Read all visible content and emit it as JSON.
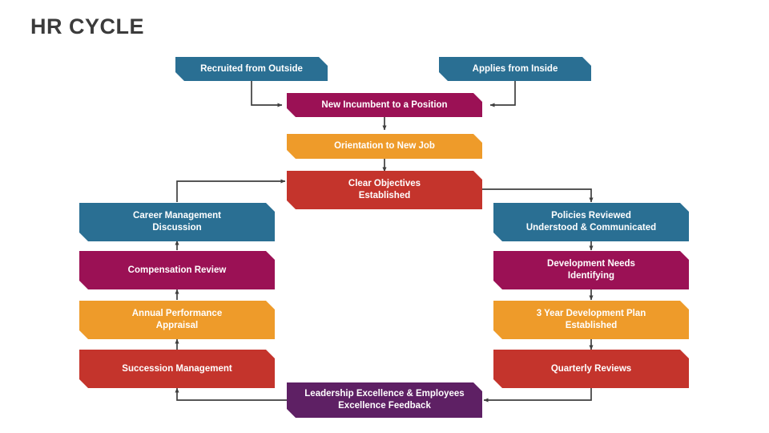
{
  "page": {
    "title": "HR CYCLE",
    "background": "#ffffff",
    "title_color": "#3b3b3b"
  },
  "palette": {
    "teal": "#2A6F93",
    "magenta": "#9B1155",
    "orange": "#EE9B2A",
    "red": "#C4342C",
    "purple": "#5E2064",
    "arrow": "#3f3f3f",
    "node_text": "#ffffff"
  },
  "nodes": [
    {
      "id": "recruited-from-outside",
      "label": "Recruited from Outside",
      "color": "teal"
    },
    {
      "id": "applies-from-inside",
      "label": "Applies from Inside",
      "color": "teal"
    },
    {
      "id": "new-incumbent-to-a-position",
      "label": "New Incumbent to a Position",
      "color": "magenta"
    },
    {
      "id": "orientation-to-new-job",
      "label": "Orientation to New Job",
      "color": "orange"
    },
    {
      "id": "clear-objectives-established",
      "label": "Clear Objectives\nEstablished",
      "color": "red"
    },
    {
      "id": "policies-reviewed",
      "label": "Policies Reviewed\nUnderstood & Communicated",
      "color": "teal"
    },
    {
      "id": "development-needs",
      "label": "Development Needs\nIdentifying",
      "color": "magenta"
    },
    {
      "id": "three-year-development-plan",
      "label": "3 Year Development Plan\nEstablished",
      "color": "orange"
    },
    {
      "id": "quarterly-reviews",
      "label": "Quarterly Reviews",
      "color": "red"
    },
    {
      "id": "leadership-excellence",
      "label": "Leadership Excellence & Employees\nExcellence Feedback",
      "color": "purple"
    },
    {
      "id": "succession-management",
      "label": "Succession Management",
      "color": "red"
    },
    {
      "id": "annual-performance-appraisal",
      "label": "Annual Performance\nAppraisal",
      "color": "orange"
    },
    {
      "id": "compensation-review",
      "label": "Compensation Review",
      "color": "magenta"
    },
    {
      "id": "career-management-discussion",
      "label": "Career Management\nDiscussion",
      "color": "teal"
    }
  ],
  "flow": [
    {
      "from": "recruited-from-outside",
      "to": "new-incumbent-to-a-position"
    },
    {
      "from": "applies-from-inside",
      "to": "new-incumbent-to-a-position"
    },
    {
      "from": "new-incumbent-to-a-position",
      "to": "orientation-to-new-job"
    },
    {
      "from": "orientation-to-new-job",
      "to": "clear-objectives-established"
    },
    {
      "from": "clear-objectives-established",
      "to": "policies-reviewed"
    },
    {
      "from": "policies-reviewed",
      "to": "development-needs"
    },
    {
      "from": "development-needs",
      "to": "three-year-development-plan"
    },
    {
      "from": "three-year-development-plan",
      "to": "quarterly-reviews"
    },
    {
      "from": "quarterly-reviews",
      "to": "leadership-excellence"
    },
    {
      "from": "leadership-excellence",
      "to": "succession-management"
    },
    {
      "from": "succession-management",
      "to": "annual-performance-appraisal"
    },
    {
      "from": "annual-performance-appraisal",
      "to": "compensation-review"
    },
    {
      "from": "compensation-review",
      "to": "career-management-discussion"
    },
    {
      "from": "career-management-discussion",
      "to": "clear-objectives-established"
    }
  ]
}
